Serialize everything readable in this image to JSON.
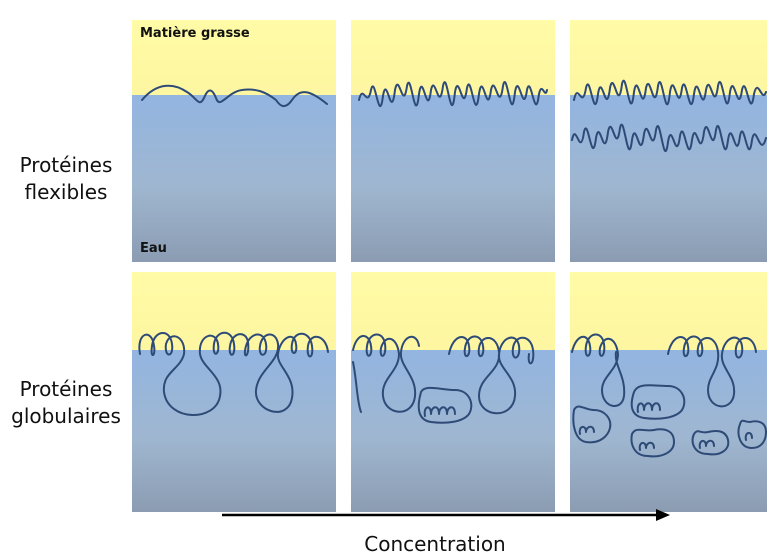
{
  "rows": [
    {
      "label_lines": [
        "Protéines",
        "flexibles"
      ]
    },
    {
      "label_lines": [
        "Protéines",
        "globulaires"
      ]
    }
  ],
  "phase_labels": {
    "oil": "Matière grasse",
    "water": "Eau"
  },
  "x_axis": {
    "label": "Concentration"
  },
  "colors": {
    "oil": "#fdf3a0",
    "water": "#9ab6da",
    "protein": "#2e4b78"
  }
}
